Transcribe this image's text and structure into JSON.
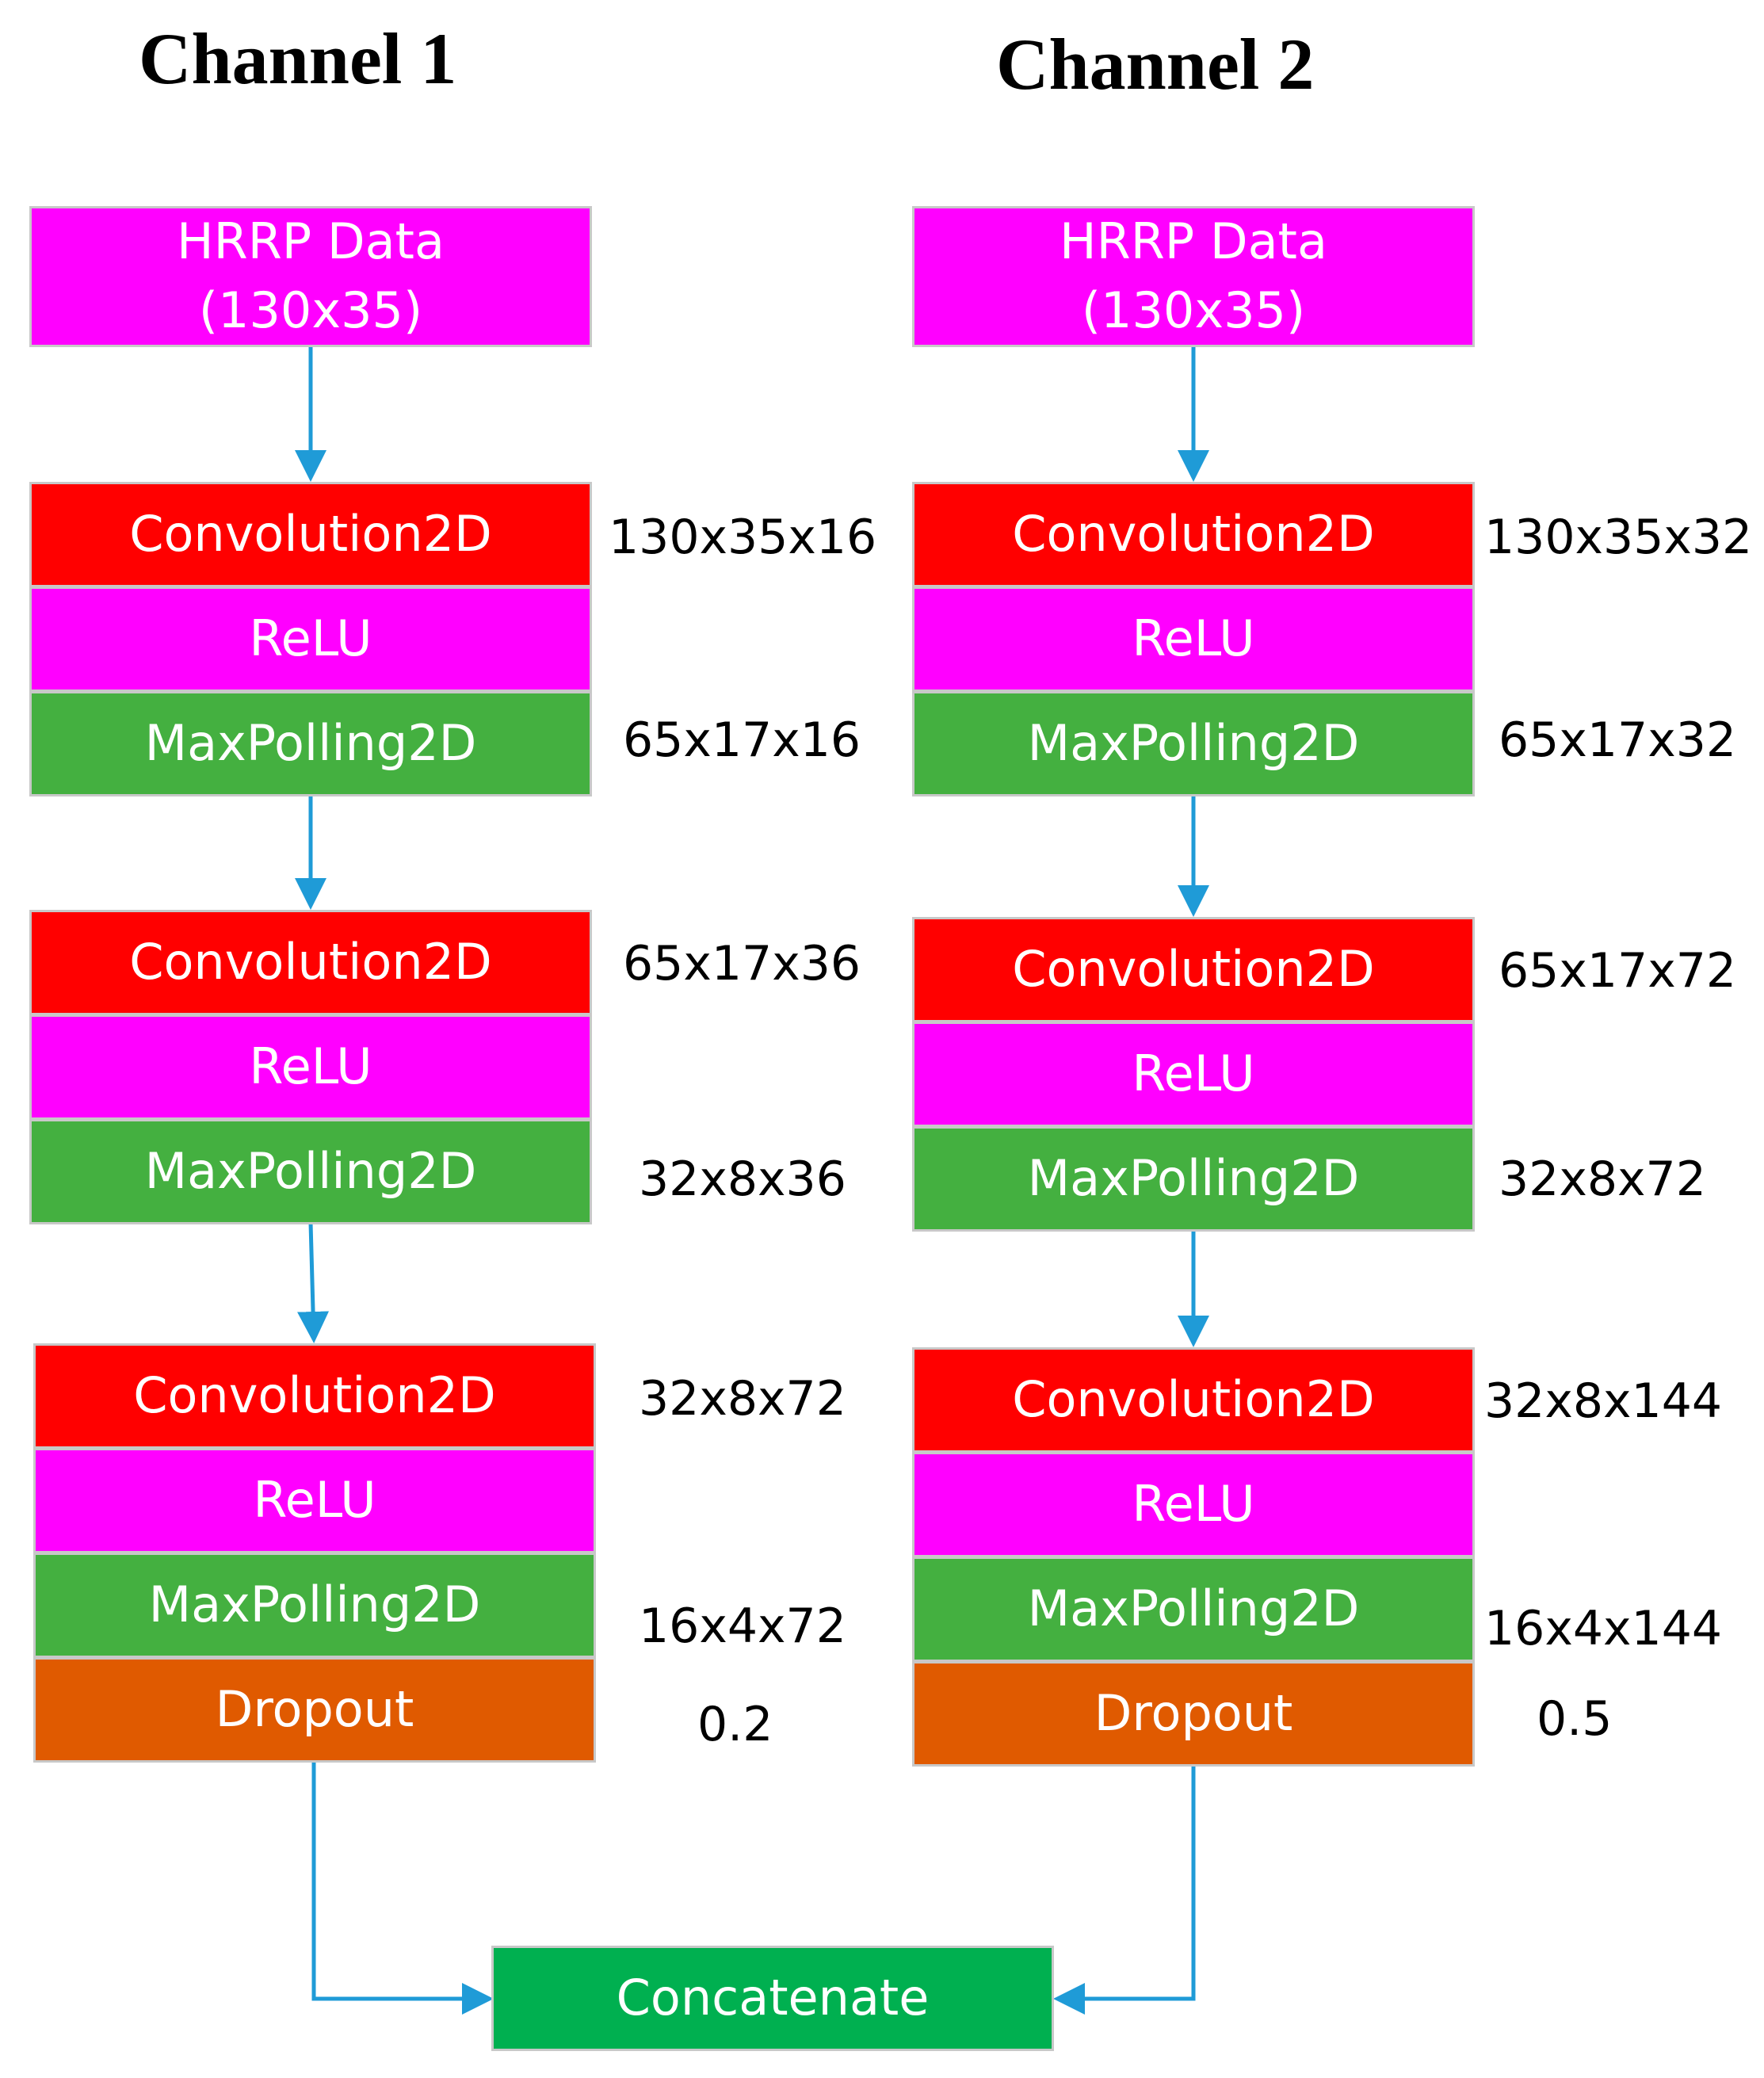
{
  "titles": {
    "channel1": "Channel 1",
    "channel2": "Channel 2"
  },
  "colors": {
    "input": "#ff00ff",
    "conv": "#ff0000",
    "relu": "#ff00ff",
    "pool": "#44b040",
    "dropout": "#e05a00",
    "concat": "#00b050",
    "arrow": "#1f9bd7"
  },
  "channel1": {
    "input": {
      "line1": "HRRP Data",
      "line2": "(130x35)"
    },
    "block1": {
      "conv": "Convolution2D",
      "relu": "ReLU",
      "pool": "MaxPolling2D",
      "conv_dim": "130x35x16",
      "pool_dim": "65x17x16"
    },
    "block2": {
      "conv": "Convolution2D",
      "relu": "ReLU",
      "pool": "MaxPolling2D",
      "conv_dim": "65x17x36",
      "pool_dim": "32x8x36"
    },
    "block3": {
      "conv": "Convolution2D",
      "relu": "ReLU",
      "pool": "MaxPolling2D",
      "dropout": "Dropout",
      "conv_dim": "32x8x72",
      "pool_dim": "16x4x72",
      "dropout_rate": "0.2"
    }
  },
  "channel2": {
    "input": {
      "line1": "HRRP Data",
      "line2": "(130x35)"
    },
    "block1": {
      "conv": "Convolution2D",
      "relu": "ReLU",
      "pool": "MaxPolling2D",
      "conv_dim": "130x35x32",
      "pool_dim": "65x17x32"
    },
    "block2": {
      "conv": "Convolution2D",
      "relu": "ReLU",
      "pool": "MaxPolling2D",
      "conv_dim": "65x17x72",
      "pool_dim": "32x8x72"
    },
    "block3": {
      "conv": "Convolution2D",
      "relu": "ReLU",
      "pool": "MaxPolling2D",
      "dropout": "Dropout",
      "conv_dim": "32x8x144",
      "pool_dim": "16x4x144",
      "dropout_rate": "0.5"
    }
  },
  "concat": {
    "label": "Concatenate"
  }
}
